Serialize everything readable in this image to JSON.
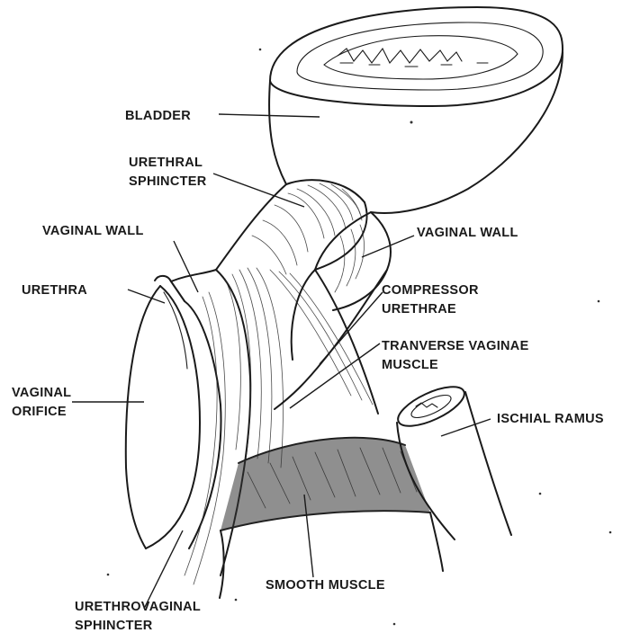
{
  "labels": {
    "bladder": "BLADDER",
    "urethral_sphincter_1": "URETHRAL",
    "urethral_sphincter_2": "SPHINCTER",
    "vaginal_wall_left": "VAGINAL WALL",
    "vaginal_wall_right": "VAGINAL WALL",
    "urethra": "URETHRA",
    "compressor_1": "COMPRESSOR",
    "compressor_2": "URETHRAE",
    "transverse_1": "TRANVERSE VAGINAE",
    "transverse_2": "MUSCLE",
    "vaginal_orifice_1": "VAGINAL",
    "vaginal_orifice_2": "ORIFICE",
    "ischial_ramus": "ISCHIAL RAMUS",
    "smooth_muscle": "SMOOTH MUSCLE",
    "urethrovaginal_1": "URETHROVAGINAL",
    "urethrovaginal_2": "SPHINCTER"
  },
  "colors": {
    "ink": "#1a1a1a",
    "paper": "#ffffff"
  }
}
